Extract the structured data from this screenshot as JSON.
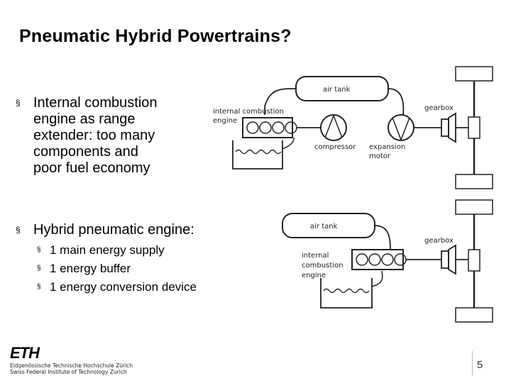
{
  "slide": {
    "title": "Pneumatic Hybrid Powertrains?",
    "bullets": [
      {
        "lines": [
          "Internal combustion",
          "engine as range",
          "extender: too many",
          "components and",
          "poor fuel economy"
        ]
      },
      {
        "lines": [
          "Hybrid pneumatic engine:"
        ]
      }
    ],
    "sub_bullets": [
      "1 main energy supply",
      "1 energy buffer",
      "1 energy conversion  device"
    ],
    "bullet_marker": "§",
    "page_number": "5"
  },
  "diagram_top": {
    "air_tank_label": "air tank",
    "ice_label_line1": "internal combustion",
    "ice_label_line2": "engine",
    "compressor_label": "compressor",
    "expansion_label_line1": "expansion",
    "expansion_label_line2": "motor",
    "gearbox_label": "gearbox"
  },
  "diagram_bottom": {
    "air_tank_label": "air tank",
    "ice_label_line1": "internal",
    "ice_label_line2": "combustion",
    "ice_label_line3": "engine",
    "gearbox_label": "gearbox"
  },
  "logo": {
    "word": "ETH",
    "line1": "Eidgenössische Technische Hochschule Zürich",
    "line2": "Swiss Federal Institute of Technology Zurich"
  }
}
